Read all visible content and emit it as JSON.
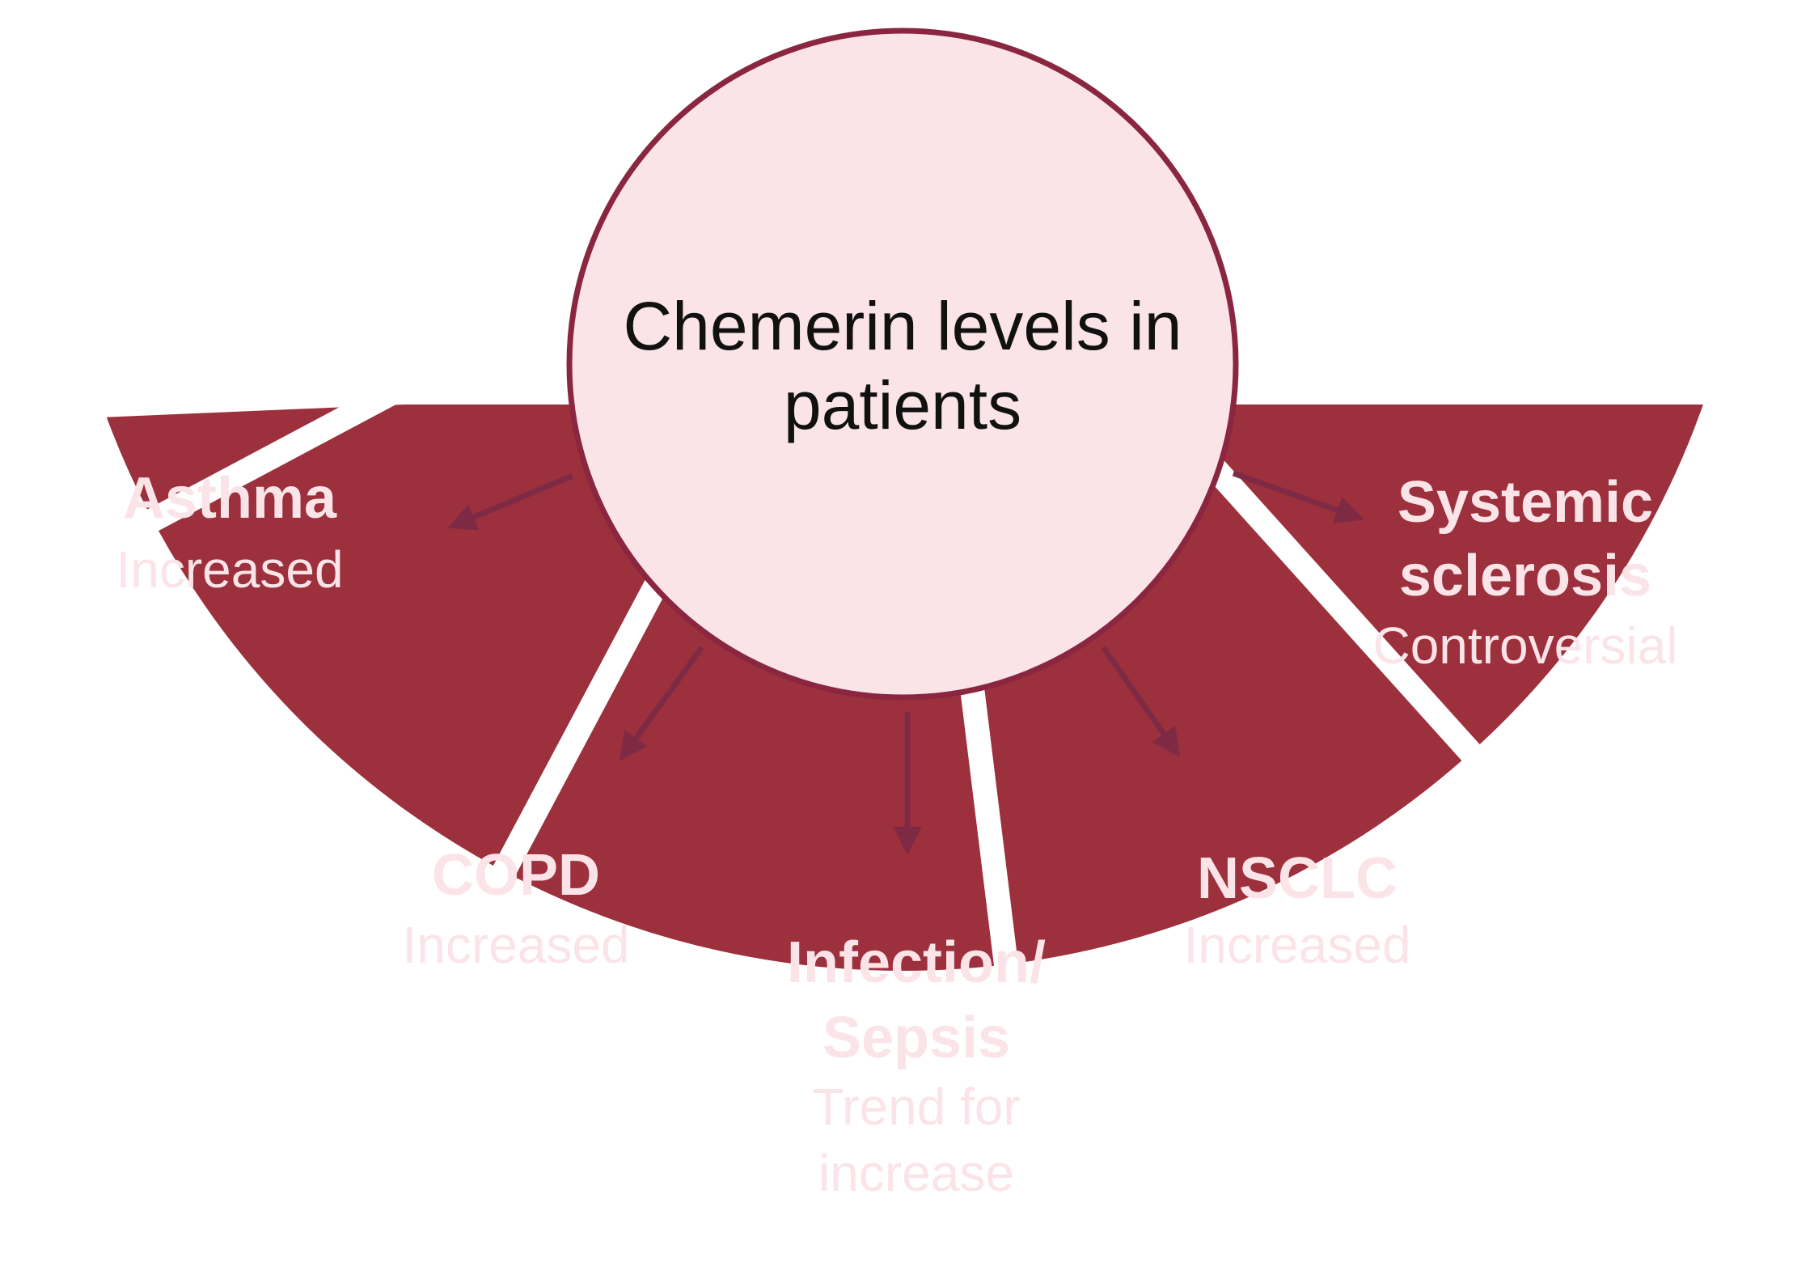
{
  "colors": {
    "segment_fill": "#9c303c",
    "segment_text": "#fbe4e8",
    "circle_fill": "#fbe4e8",
    "circle_stroke": "#8a2640",
    "arrow": "#7f2a45",
    "center_text": "#111111"
  },
  "center": {
    "lines": [
      "Chemerin levels in",
      "patients"
    ]
  },
  "conditions": [
    {
      "name_lines": [
        "Asthma"
      ],
      "status_lines": [
        "Increased"
      ]
    },
    {
      "name_lines": [
        "COPD"
      ],
      "status_lines": [
        "Increased"
      ]
    },
    {
      "name_lines": [
        "Infection/",
        "Sepsis"
      ],
      "status_lines": [
        "Trend for",
        "increase"
      ]
    },
    {
      "name_lines": [
        "NSCLC"
      ],
      "status_lines": [
        "Increased"
      ]
    },
    {
      "name_lines": [
        "Systemic",
        "sclerosis"
      ],
      "status_lines": [
        "Controversial"
      ]
    }
  ]
}
